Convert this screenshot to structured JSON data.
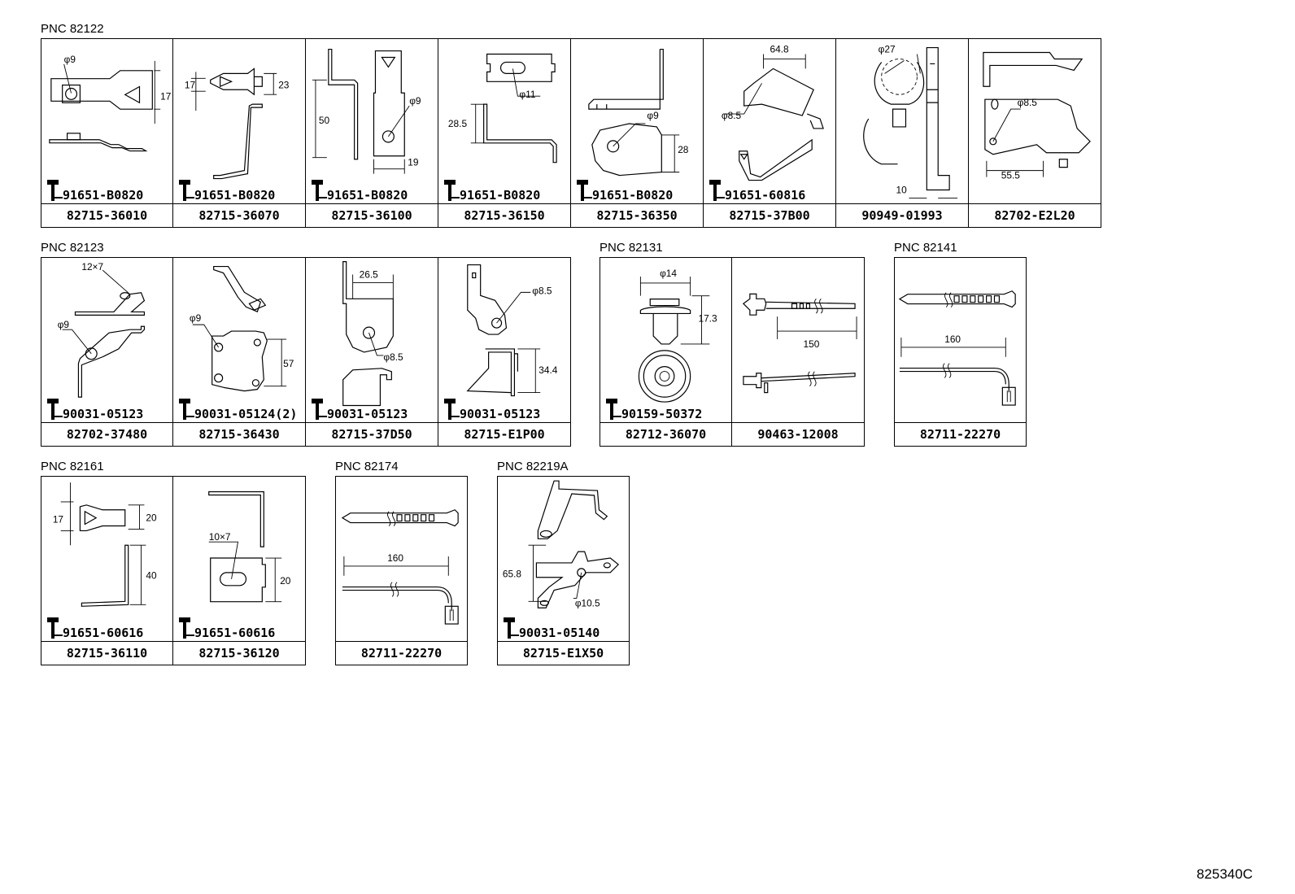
{
  "icons": {
    "bolt": "bolt-icon"
  },
  "code": "825340C",
  "groups": [
    {
      "label": "PNC 82122",
      "cells": [
        {
          "part": "82715-36010",
          "bolt": "91651-B0820",
          "dims": [
            "φ9",
            "17"
          ]
        },
        {
          "part": "82715-36070",
          "bolt": "91651-B0820",
          "dims": [
            "17",
            "23"
          ]
        },
        {
          "part": "82715-36100",
          "bolt": "91651-B0820",
          "dims": [
            "50",
            "φ9",
            "19"
          ]
        },
        {
          "part": "82715-36150",
          "bolt": "91651-B0820",
          "dims": [
            "φ11",
            "28.5"
          ]
        },
        {
          "part": "82715-36350",
          "bolt": "91651-B0820",
          "dims": [
            "φ9",
            "28"
          ]
        },
        {
          "part": "82715-37B00",
          "bolt": "91651-60816",
          "dims": [
            "64.8",
            "φ8.5"
          ]
        },
        {
          "part": "90949-01993",
          "bolt": "",
          "dims": [
            "φ27",
            "10"
          ]
        },
        {
          "part": "82702-E2L20",
          "bolt": "",
          "dims": [
            "φ8.5",
            "55.5"
          ]
        }
      ]
    },
    {
      "label": "PNC 82123",
      "cells": [
        {
          "part": "82702-37480",
          "bolt": "90031-05123",
          "dims": [
            "12×7",
            "φ9"
          ]
        },
        {
          "part": "82715-36430",
          "bolt": "90031-05124(2)",
          "dims": [
            "φ9",
            "57"
          ]
        },
        {
          "part": "82715-37D50",
          "bolt": "90031-05123",
          "dims": [
            "26.5",
            "φ8.5"
          ]
        },
        {
          "part": "82715-E1P00",
          "bolt": "90031-05123",
          "dims": [
            "φ8.5",
            "34.4"
          ]
        }
      ]
    },
    {
      "label": "PNC 82131",
      "cells": [
        {
          "part": "82712-36070",
          "bolt": "90159-50372",
          "dims": [
            "φ14",
            "17.3"
          ]
        },
        {
          "part": "90463-12008",
          "bolt": "",
          "dims": [
            "150"
          ]
        }
      ]
    },
    {
      "label": "PNC 82141",
      "cells": [
        {
          "part": "82711-22270",
          "bolt": "",
          "dims": [
            "160"
          ]
        }
      ]
    },
    {
      "label": "PNC 82161",
      "cells": [
        {
          "part": "82715-36110",
          "bolt": "91651-60616",
          "dims": [
            "17",
            "20",
            "40"
          ]
        },
        {
          "part": "82715-36120",
          "bolt": "91651-60616",
          "dims": [
            "10×7",
            "20"
          ]
        }
      ]
    },
    {
      "label": "PNC 82174",
      "cells": [
        {
          "part": "82711-22270",
          "bolt": "",
          "dims": [
            "160"
          ]
        }
      ]
    },
    {
      "label": "PNC 82219A",
      "cells": [
        {
          "part": "82715-E1X50",
          "bolt": "90031-05140",
          "dims": [
            "65.8",
            "φ10.5"
          ]
        }
      ]
    }
  ]
}
